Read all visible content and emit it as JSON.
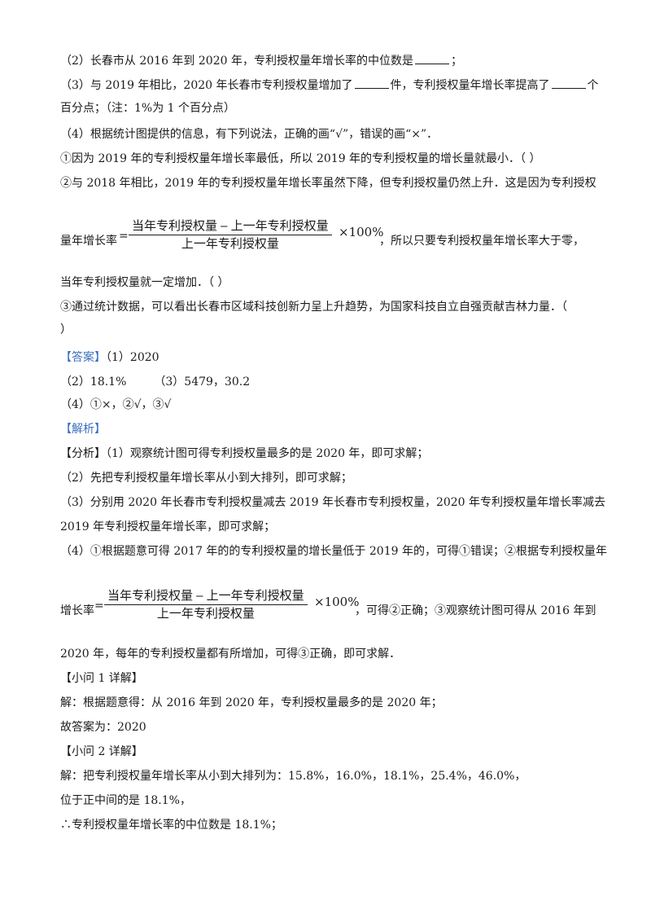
{
  "q2_prefix": "（2）长春市从 2016 年到 2020 年，专利授权量年增长率的中位数是",
  "q2_suffix": "；",
  "q3_prefix": "（3）与 2019 年相比，2020 年长春市专利授权量增加了",
  "q3_mid": "件，专利授权量年增长率提高了",
  "q3_end": "个",
  "q3_line2": "百分点；（注：1%为 1 个百分点）",
  "q4_intro": "（4）根据统计图提供的信息，有下列说法，正确的画“√”，错误的画“×”．",
  "s1": "①因为 2019 年的专利授权量年增长率最低，所以 2019 年的专利授权量的增长量就最小．（        ）",
  "s2_line1": "②与 2018 年相比，2019 年的专利授权量年增长率虽然下降，但专利授权量仍然上升．这是因为专利授权",
  "formula1": {
    "lhs": "量年增长率",
    "eq": "=",
    "numerator": "当年专利授权量 – 上一年专利授权量",
    "denominator": "上一年专利授权量",
    "times": "×100%",
    "tail": "，所以只要专利授权量年增长率大于零，"
  },
  "s2_line3": "当年专利授权量就一定增加．（        ）",
  "s3_line1": "③通过统计数据，可以看出长春市区域科技创新力呈上升趋势，为国家科技自立自强贡献吉林力量．（",
  "s3_line2": "）",
  "answer": {
    "tag": "【答案】",
    "a1": "（1）2020",
    "a2": "（2）18.1%",
    "a3": "（3）5479，30.2",
    "a4": "（4）①×，②√，③√"
  },
  "analysis_tag": "【解析】",
  "analysis": {
    "l1": "【分析】（1）观察统计图可得专利授权量最多的是 2020 年，即可求解；",
    "l2": "（2）先把专利授权量年增长率从小到大排列，即可求解；",
    "l3": "（3）分别用 2020 年长春市专利授权量减去 2019 年长春市专利授权量，2020 年专利授权量年增长率减去",
    "l4": "2019 年专利授权量年增长率，即可求解；",
    "l5": "（4）①根据题意可得 2017 年的的专利授权量的增长量低于 2019 年的，可得①错误；②根据专利授权量年"
  },
  "formula2": {
    "lhs": "增长率",
    "eq": "=",
    "numerator": "当年专利授权量 – 上一年专利授权量",
    "denominator": "上一年专利授权量",
    "times": "×100%",
    "tail": "，可得②正确；③观察统计图可得从 2016 年到"
  },
  "analysis_end": "2020 年，每年的专利授权量都有所增加，可得③正确，即可求解．",
  "sub1": {
    "tag": "【小问 1 详解】",
    "l1": "解：根据题意得：从 2016 年到 2020 年，专利授权量最多的是 2020 年；",
    "l2": "故答案为：2020"
  },
  "sub2": {
    "tag": "【小问 2 详解】",
    "l1": "解：把专利授权量年增长率从小到大排列为：15.8%，16.0%，18.1%，25.4%，46.0%，",
    "l2": "位于正中间的是 18.1%，",
    "l3": "∴专利授权量年增长率的中位数是 18.1%；"
  }
}
